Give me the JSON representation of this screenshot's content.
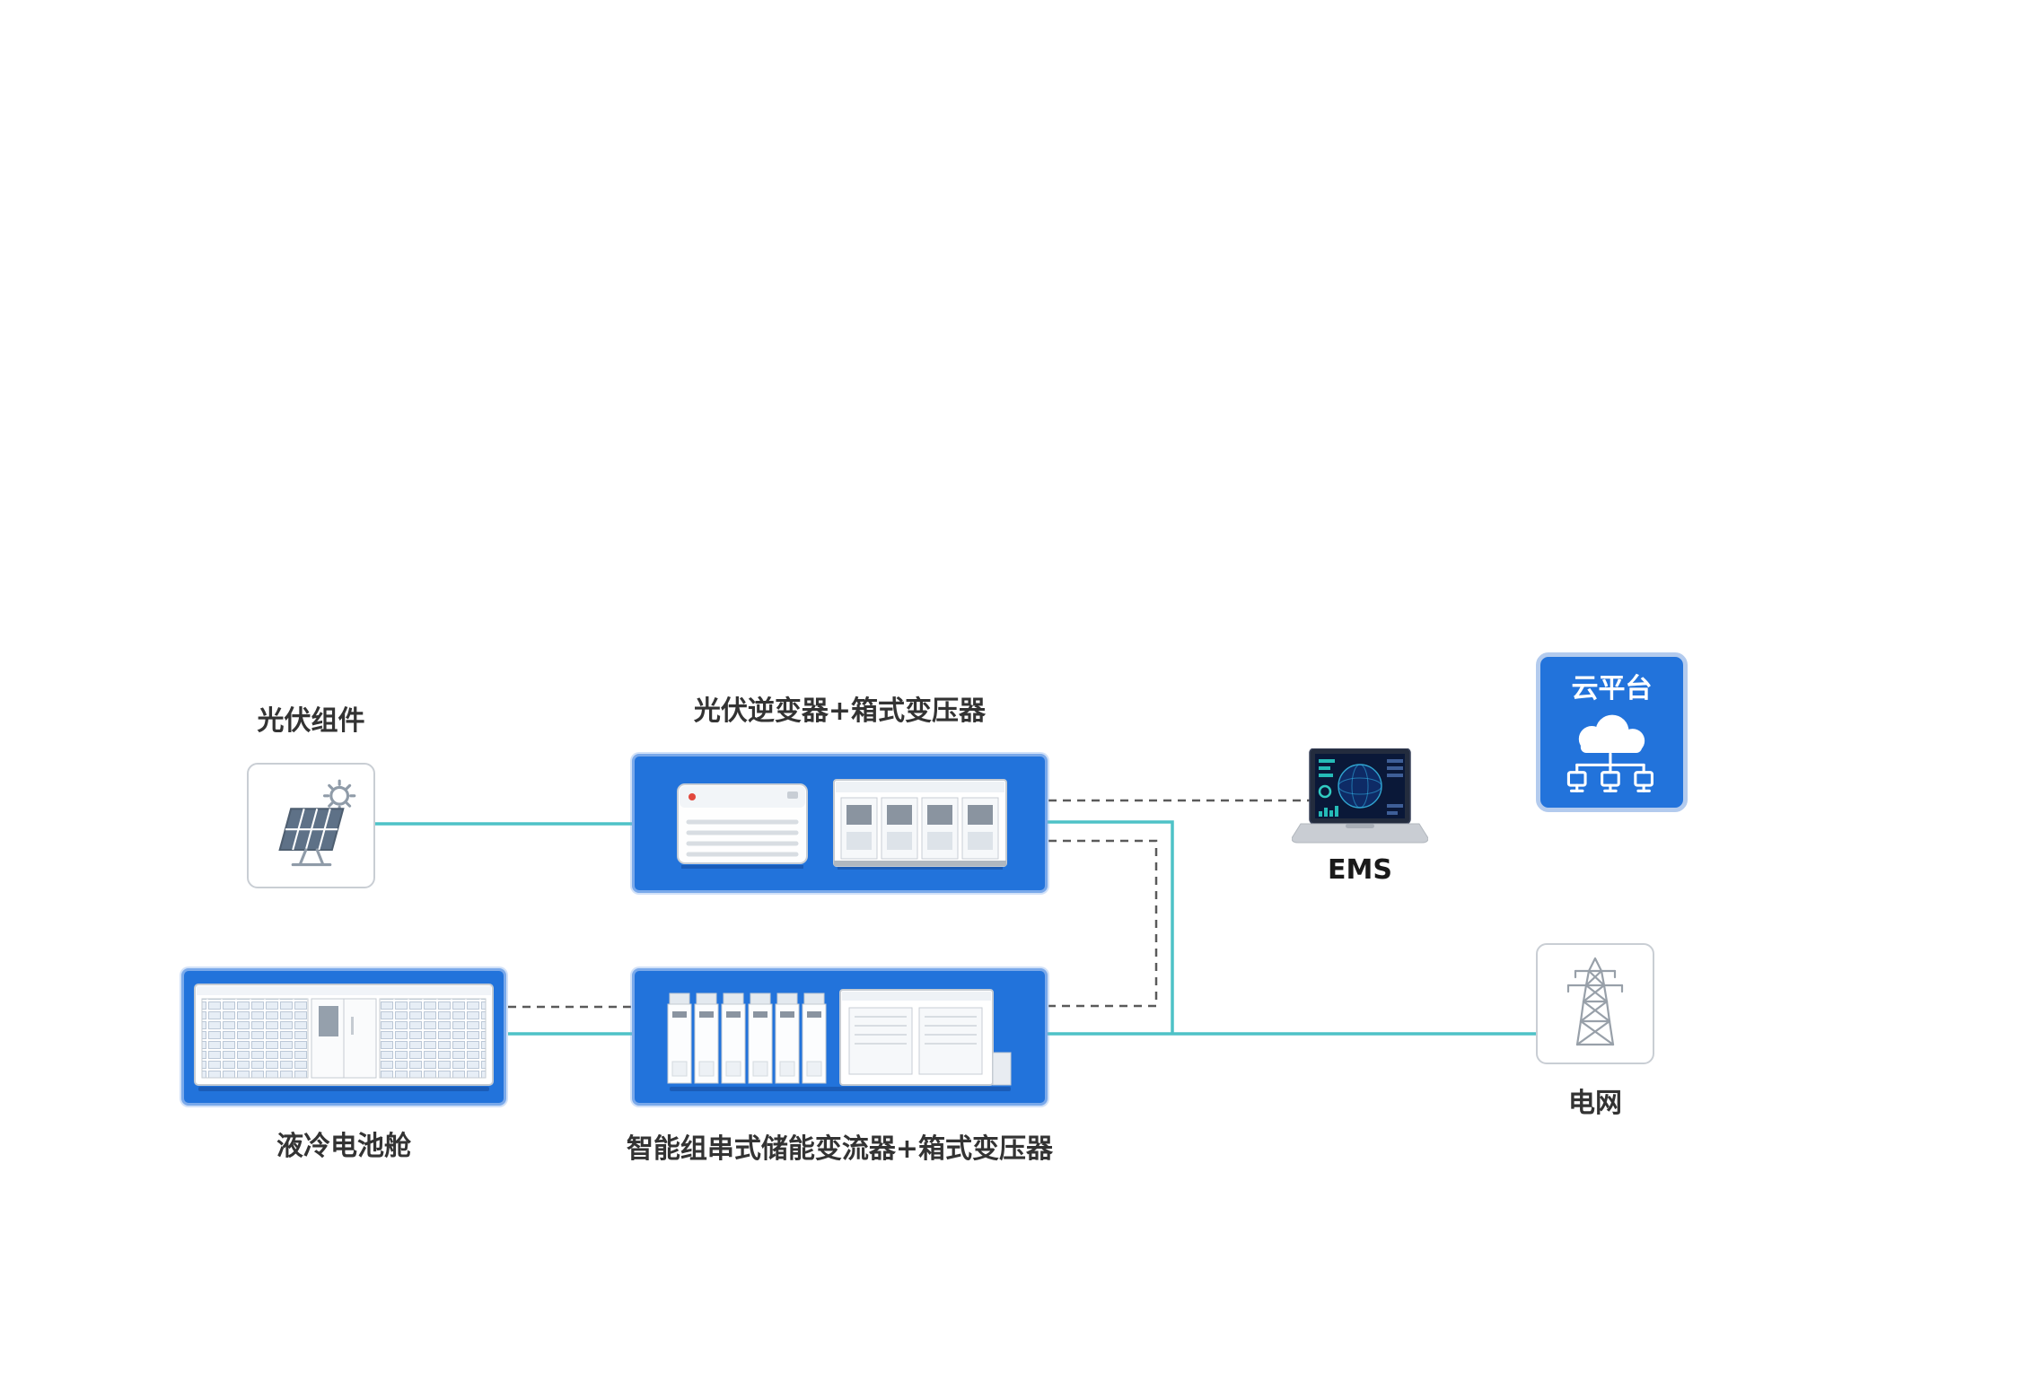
{
  "diagram_title": "",
  "nodes": {
    "pv": {
      "label": "光伏组件"
    },
    "inverter": {
      "label": "光伏逆变器+箱式变压器"
    },
    "ems": {
      "label": "EMS"
    },
    "cloud": {
      "label": "云平台"
    },
    "battery": {
      "label": "液冷电池舱"
    },
    "pcs": {
      "label": "智能组串式储能变流器+箱式变压器"
    },
    "grid": {
      "label": "电网"
    }
  },
  "icons": {
    "pv": "solar-panel-icon",
    "inverter": "inverter-and-transformer-icon",
    "ems": "laptop-dashboard-icon",
    "cloud": "cloud-network-icon",
    "battery": "battery-container-icon",
    "pcs": "storage-converter-icon",
    "grid": "transmission-tower-icon"
  },
  "colors": {
    "box_blue": "#2273DB",
    "box_blue_border": "#7AA9EA",
    "cloud_border": "#B3CBEE",
    "teal_line": "#4EC2C7",
    "dashed_line": "#5A5A5A",
    "label_text": "#333333",
    "white_box_border": "#C9CED4"
  }
}
